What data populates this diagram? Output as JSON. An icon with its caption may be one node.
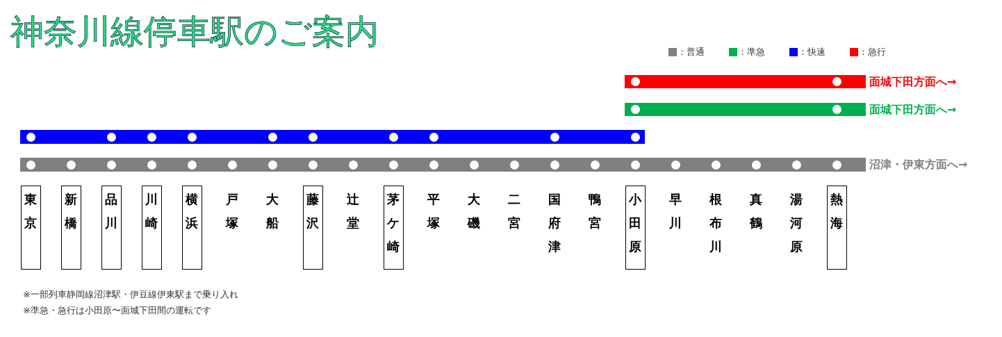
{
  "diagram": {
    "title": "神奈川線停車駅のご案内",
    "nodes": [
      {
        "text": [],
        "shape": "bar",
        "beside": [
          "面城下田方面へ→"
        ]
      },
      {
        "text": [],
        "shape": "circle",
        "in": 0
      },
      {
        "text": [],
        "shape": "circle",
        "in": 0
      },
      {
        "text": [],
        "shape": "bar",
        "beside": [
          "面城下田方面へ→"
        ]
      },
      {
        "text": [],
        "shape": "circle",
        "in": 3
      },
      {
        "text": [],
        "shape": "circle",
        "in": 3
      },
      {
        "text": [],
        "shape": "bar"
      },
      {
        "text": [],
        "shape": "circle",
        "in": 6
      },
      {
        "text": [],
        "shape": "circle",
        "in": 6
      },
      {
        "text": [],
        "shape": "circle",
        "in": 6
      },
      {
        "text": [],
        "shape": "circle",
        "in": 6
      },
      {
        "text": [],
        "shape": "circle",
        "in": 6
      },
      {
        "text": [],
        "shape": "circle",
        "in": 6
      },
      {
        "text": [],
        "shape": "circle",
        "in": 6
      },
      {
        "text": [],
        "shape": "circle",
        "in": 6
      },
      {
        "text": [],
        "shape": "circle",
        "in": 6
      },
      {
        "text": [],
        "shape": "circle",
        "in": 6
      },
      {
        "text": [],
        "shape": "bar",
        "beside": [
          "沼津・伊東方面へ→"
        ]
      },
      {
        "text": [],
        "shape": "circle",
        "in": 17
      },
      {
        "text": [],
        "shape": "circle",
        "in": 17
      },
      {
        "text": [],
        "shape": "circle",
        "in": 17
      },
      {
        "text": [],
        "shape": "circle",
        "in": 17
      },
      {
        "text": [],
        "shape": "circle",
        "in": 17
      },
      {
        "text": [],
        "shape": "circle",
        "in": 17
      },
      {
        "text": [],
        "shape": "circle",
        "in": 17
      },
      {
        "text": [],
        "shape": "circle",
        "in": 17
      },
      {
        "text": [],
        "shape": "circle",
        "in": 17
      },
      {
        "text": [],
        "shape": "circle",
        "in": 17
      },
      {
        "text": [],
        "shape": "circle",
        "in": 17
      },
      {
        "text": [],
        "shape": "circle",
        "in": 17
      },
      {
        "text": [],
        "shape": "circle",
        "in": 17
      },
      {
        "text": [],
        "shape": "circle",
        "in": 17
      },
      {
        "text": [],
        "shape": "circle",
        "in": 17
      },
      {
        "text": [],
        "shape": "circle",
        "in": 17
      },
      {
        "text": [],
        "shape": "circle",
        "in": 17
      },
      {
        "text": [],
        "shape": "circle",
        "in": 17
      },
      {
        "text": [],
        "shape": "circle",
        "in": 17
      },
      {
        "text": [],
        "shape": "circle",
        "in": 17
      },
      {
        "text": [],
        "shape": "circle",
        "in": 17
      },
      {
        "text": [
          "東京"
        ]
      },
      {
        "text": [
          "新橋"
        ]
      },
      {
        "text": [
          "品川"
        ]
      },
      {
        "text": [
          "川崎"
        ]
      },
      {
        "text": [
          "横浜"
        ]
      },
      {
        "text": [
          "藤沢"
        ]
      },
      {
        "text": [
          "茅ケ崎"
        ]
      },
      {
        "text": [
          "小田原"
        ]
      },
      {
        "text": [
          "熱海"
        ]
      }
    ],
    "labels": [
      "戸塚",
      "大船",
      "辻堂",
      "平塚",
      "大磯",
      "二宮",
      "国府津",
      "鴨宮",
      "早川",
      "根布川",
      "真鶴",
      "湯河原",
      "※一部列車静岡線沼津駅・伊豆線伊東駅まで乗り入れ",
      "※準急・急行は小田原〜面城下田間の運転です"
    ],
    "legend": [
      {
        "text": "：普通",
        "color": "#808080"
      },
      {
        "text": "：準急",
        "color": "#00b050"
      },
      {
        "text": "：快速",
        "color": "#0000ff"
      },
      {
        "text": "：急行",
        "color": "#ff0000"
      }
    ]
  }
}
